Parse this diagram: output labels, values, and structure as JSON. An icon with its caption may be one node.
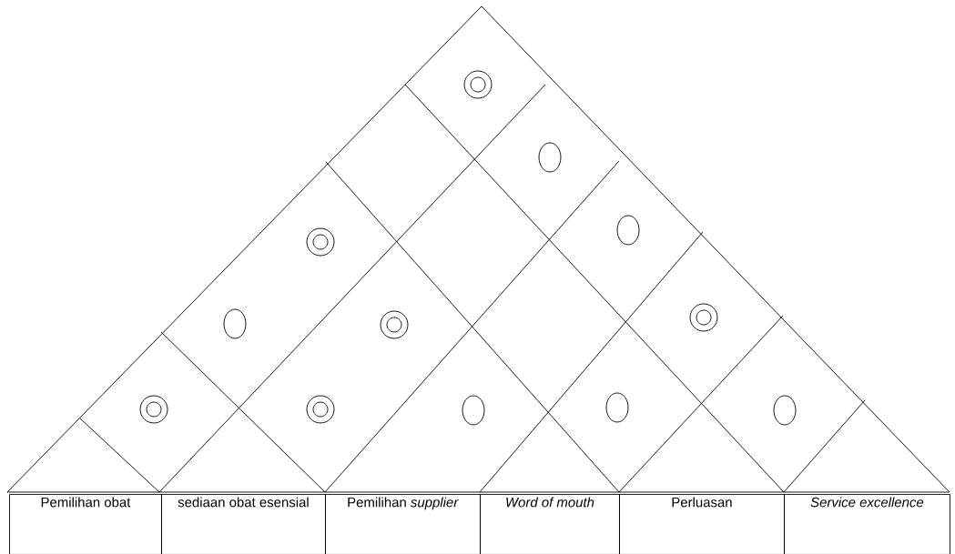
{
  "diagram": {
    "nodes": [
      {
        "text": [
          "Pemilihan obat"
        ]
      },
      {
        "text": [
          "sediaan obat esensial"
        ]
      },
      {
        "text": [
          "Pemilihan *supplier*"
        ]
      },
      {
        "text": [
          "Word of mouth"
        ]
      },
      {
        "text": [
          "Perluasan"
        ]
      },
      {
        "text": [
          "Service excellence"
        ]
      }
    ]
  }
}
